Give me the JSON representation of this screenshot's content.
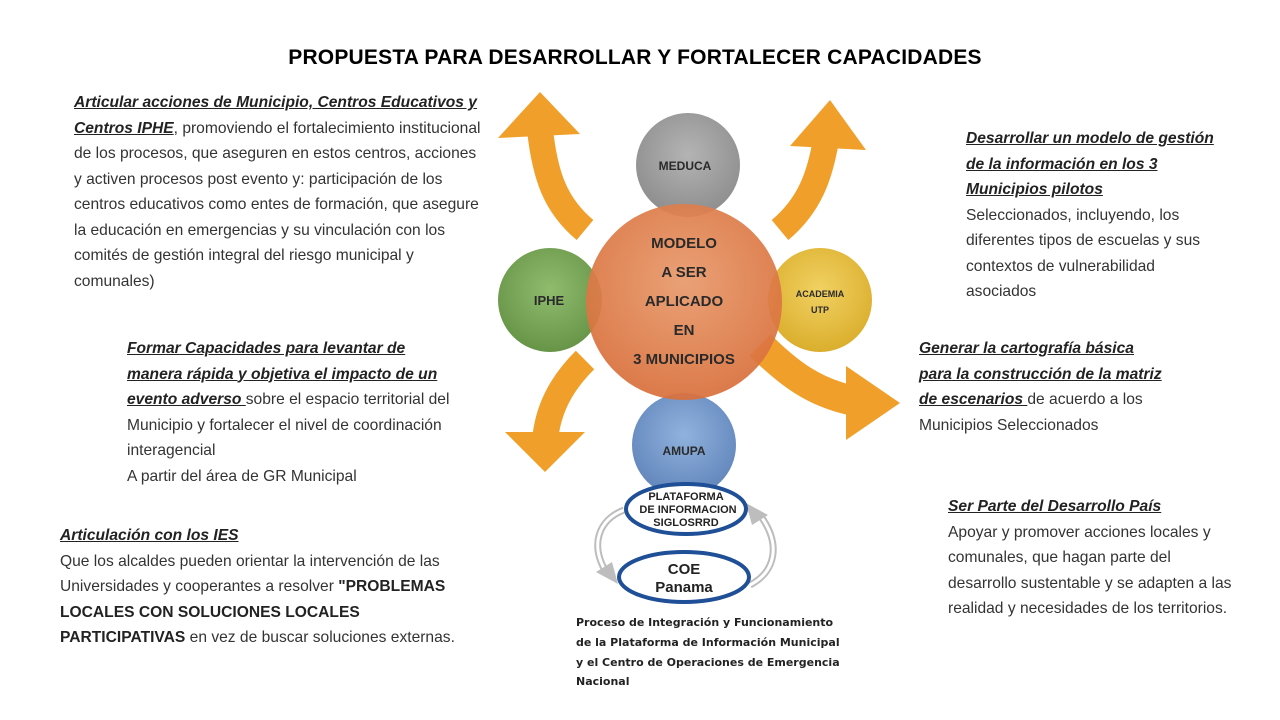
{
  "title": "PROPUESTA PARA DESARROLLAR Y FORTALECER CAPACIDADES",
  "diagram": {
    "center_lines": [
      "MODELO",
      "A SER",
      "APLICADO",
      "EN",
      "3 MUNICIPIOS"
    ],
    "meduca": "MEDUCA",
    "iphe": "IPHE",
    "academia_lines": [
      "ACADEMIA",
      "UTP"
    ],
    "amupa": "AMUPA",
    "plataforma_lines": [
      "PLATAFORMA",
      "DE INFORMACION",
      "SIGLOSRRD"
    ],
    "coe_lines": [
      "COE",
      "Panama"
    ],
    "colors": {
      "arrow": "#f0a02a",
      "center": "#e0824f",
      "meduca": "#9a9a9a",
      "iphe": "#76a653",
      "academia": "#e8c13c",
      "amupa": "#6d95c9",
      "ellipse_stroke": "#1f4f96"
    }
  },
  "caption": "Proceso de Integración y Funcionamiento de la Plataforma de Información Municipal y el Centro de Operaciones de Emergencia Nacional",
  "blocks": {
    "top_left": {
      "heading": "Articular acciones de Municipio, Centros Educativos y Centros  IPHE",
      "body": ", promoviendo el fortalecimiento institucional de los procesos, que aseguren en estos centros, acciones y activen procesos post evento y: participación de los centros educativos como entes de formación, que asegure la educación en emergencias y su vinculación con los comités de gestión integral del riesgo municipal y comunales)"
    },
    "mid_left": {
      "heading": "Formar Capacidades para levantar de manera rápida y objetiva el impacto de un evento adverso ",
      "body": "sobre el espacio territorial del Municipio y fortalecer el nivel de coordinación interagencial",
      "extra": "A partir del área de GR Municipal"
    },
    "bottom_left": {
      "heading": "Articulación con los IES",
      "body": "Que los alcaldes pueden orientar la intervención de las Universidades y cooperantes a resolver ",
      "strong": "\"PROBLEMAS LOCALES CON SOLUCIONES LOCALES PARTICIPATIVAS",
      "tail": " en vez de buscar soluciones externas."
    },
    "top_right": {
      "heading": "Desarrollar un modelo de gestión de la información en los 3 Municipios pilotos",
      "body": "Seleccionados, incluyendo, los diferentes tipos de escuelas y sus contextos de vulnerabilidad asociados"
    },
    "mid_right": {
      "heading": "Generar la cartografía básica para la construcción de la matriz de escenarios ",
      "body": "de acuerdo a los Municipios Seleccionados"
    },
    "bottom_right": {
      "heading": "Ser Parte del Desarrollo País",
      "body": "Apoyar y promover acciones locales y comunales, que hagan parte del desarrollo sustentable y se adapten a las realidad y necesidades de los territorios."
    }
  }
}
